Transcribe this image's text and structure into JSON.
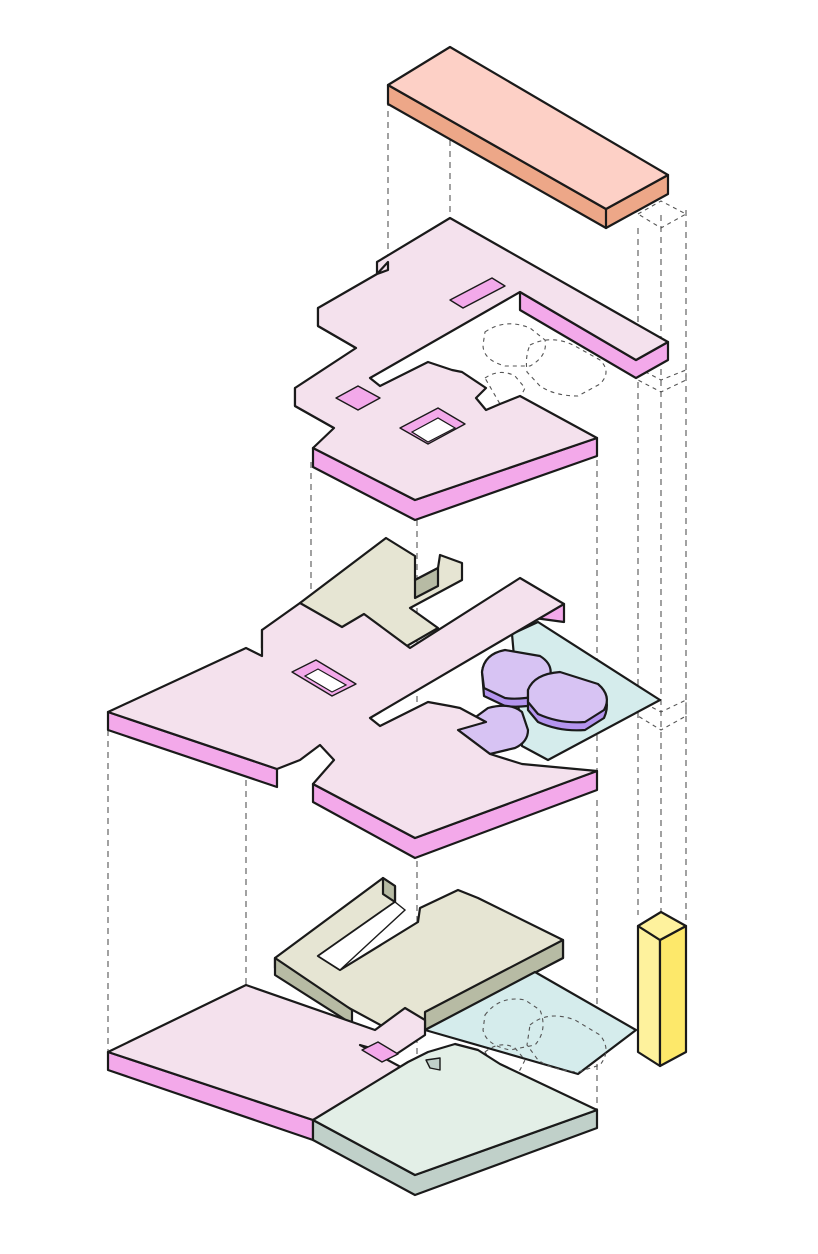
{
  "colors": {
    "background": "#ffffff",
    "outline": "#1a1a1a",
    "dashed_guides": "#555555",
    "roof_top": "#fdd0c6",
    "roof_side": "#eda788",
    "floor_top": "#f4e1ed",
    "floor_side": "#f3a9ea",
    "olive_top": "#e6e5d3",
    "olive_side": "#b7bba4",
    "pool_top": "#d5ecec",
    "pod_top": "#d7c3f3",
    "pod_side": "#b595ef",
    "mint_top": "#e3efe7",
    "mint_side": "#c0d0c9",
    "core_top": "#fef29d",
    "core_side": "#fde86a"
  },
  "layers": [
    {
      "name": "roof-slab"
    },
    {
      "name": "upper-floor-plate"
    },
    {
      "name": "middle-floor-plate"
    },
    {
      "name": "ground-floor-plate"
    },
    {
      "name": "vertical-core"
    }
  ]
}
